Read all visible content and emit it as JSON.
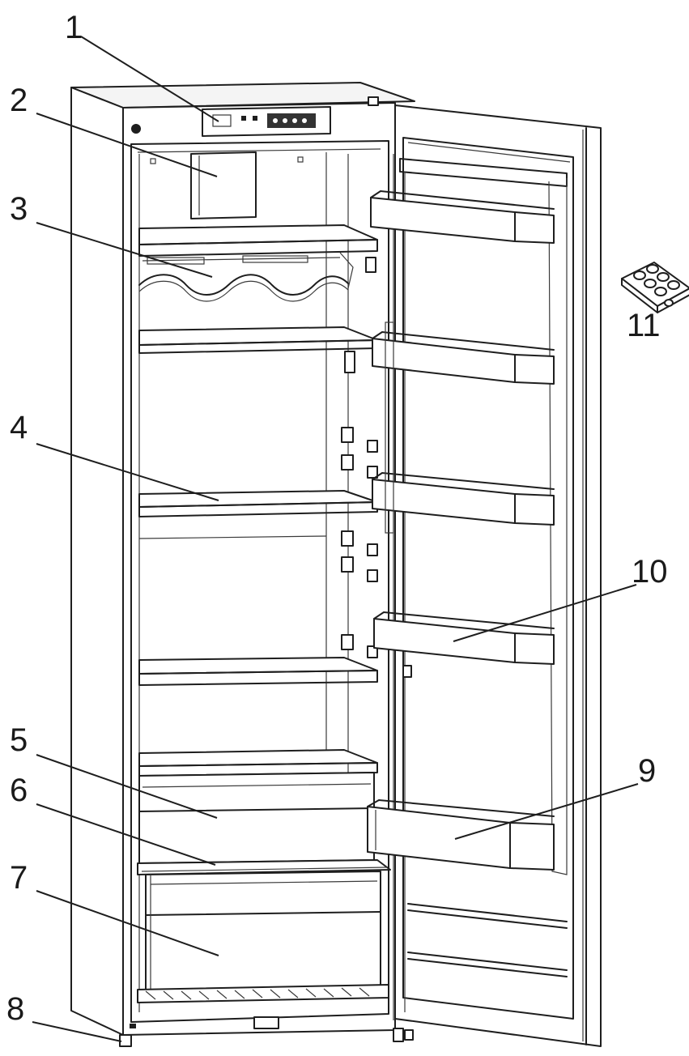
{
  "callouts": [
    {
      "id": "1",
      "label": "1"
    },
    {
      "id": "2",
      "label": "2"
    },
    {
      "id": "3",
      "label": "3"
    },
    {
      "id": "4",
      "label": "4"
    },
    {
      "id": "5",
      "label": "5"
    },
    {
      "id": "6",
      "label": "6"
    },
    {
      "id": "7",
      "label": "7"
    },
    {
      "id": "8",
      "label": "8"
    },
    {
      "id": "9",
      "label": "9"
    },
    {
      "id": "10",
      "label": "10"
    },
    {
      "id": "11",
      "label": "11"
    }
  ],
  "colors": {
    "line": "#1e1e1e",
    "background": "#ffffff"
  }
}
